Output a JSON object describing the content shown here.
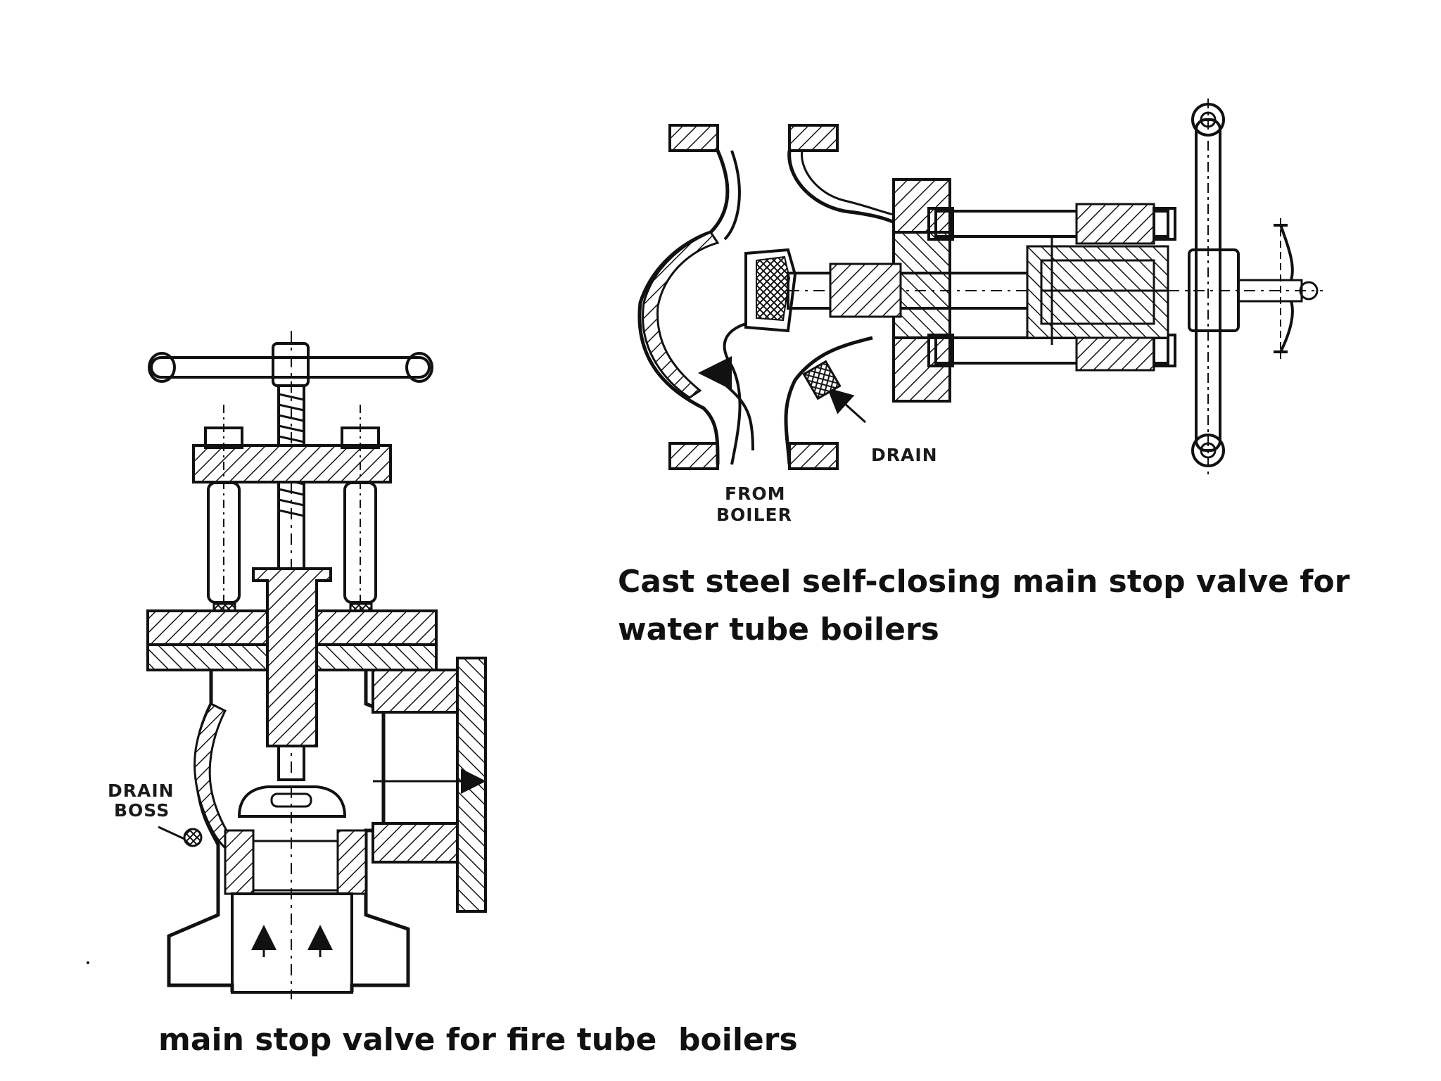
{
  "captions": {
    "water_tube": "Cast steel self-closing main stop valve for\nwater tube boilers",
    "fire_tube": "main stop valve for fire tube  boilers"
  },
  "labels": {
    "drain": "DRAIN",
    "from": "FROM",
    "boiler": "BOILER",
    "drain_partial": "DRAIN",
    "boss": "BOSS"
  },
  "colors": {
    "ink": "#111111",
    "background": "#ffffff"
  }
}
